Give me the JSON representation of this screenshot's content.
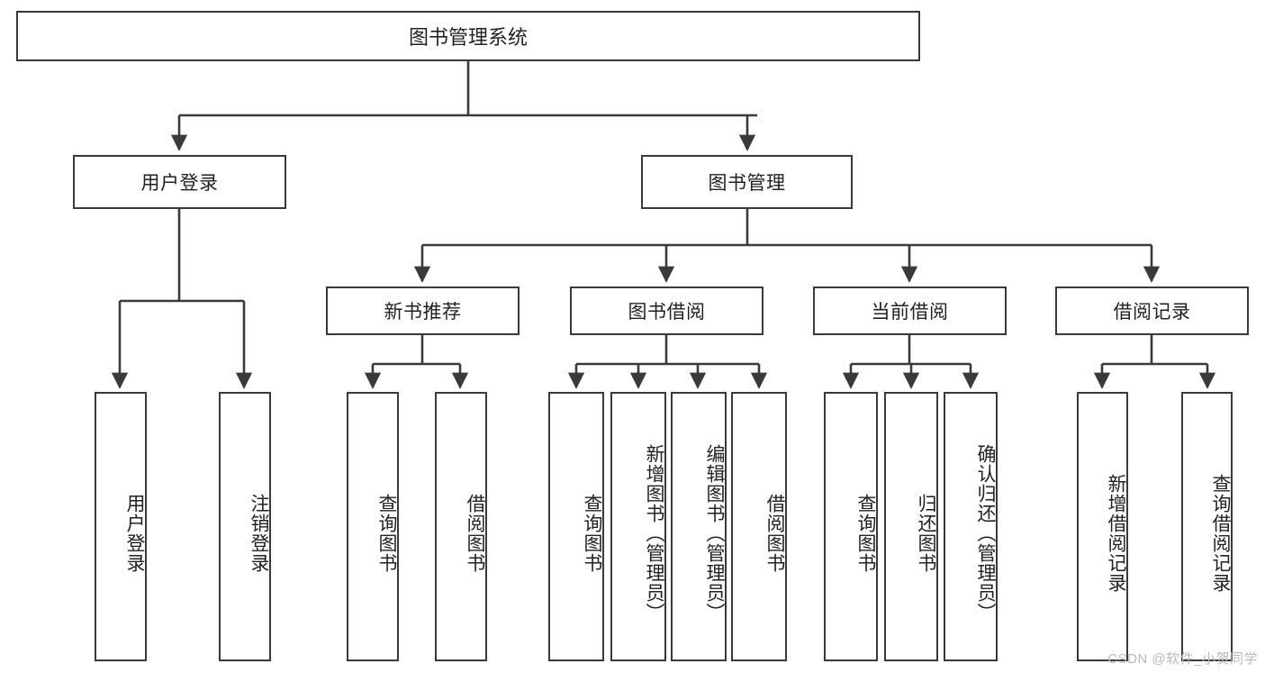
{
  "diagram": {
    "title": "图书管理系统",
    "watermark": "CSDN @软件_小贺同学",
    "stroke_color": "#3a3a3a",
    "text_color": "#222222",
    "background_color": "#ffffff",
    "nodes": {
      "root": {
        "label": "图书管理系统"
      },
      "level2": [
        {
          "label": "用户登录"
        },
        {
          "label": "图书管理"
        }
      ],
      "level3": [
        {
          "label": "新书推荐"
        },
        {
          "label": "图书借阅"
        },
        {
          "label": "当前借阅"
        },
        {
          "label": "借阅记录"
        }
      ],
      "leaves": {
        "user_login": [
          {
            "label": "用户登录"
          },
          {
            "label": "注销登录"
          }
        ],
        "new_book_recommend": [
          {
            "label": "查询图书"
          },
          {
            "label": "借阅图书"
          }
        ],
        "book_borrow": [
          {
            "label": "查询图书"
          },
          {
            "label": "新增图书（管理员）"
          },
          {
            "label": "编辑图书（管理员）"
          },
          {
            "label": "借阅图书"
          }
        ],
        "current_borrow": [
          {
            "label": "查询图书"
          },
          {
            "label": "归还图书"
          },
          {
            "label": "确认归还（管理员）"
          }
        ],
        "borrow_record": [
          {
            "label": "新增借阅记录"
          },
          {
            "label": "查询借阅记录"
          }
        ]
      }
    }
  }
}
